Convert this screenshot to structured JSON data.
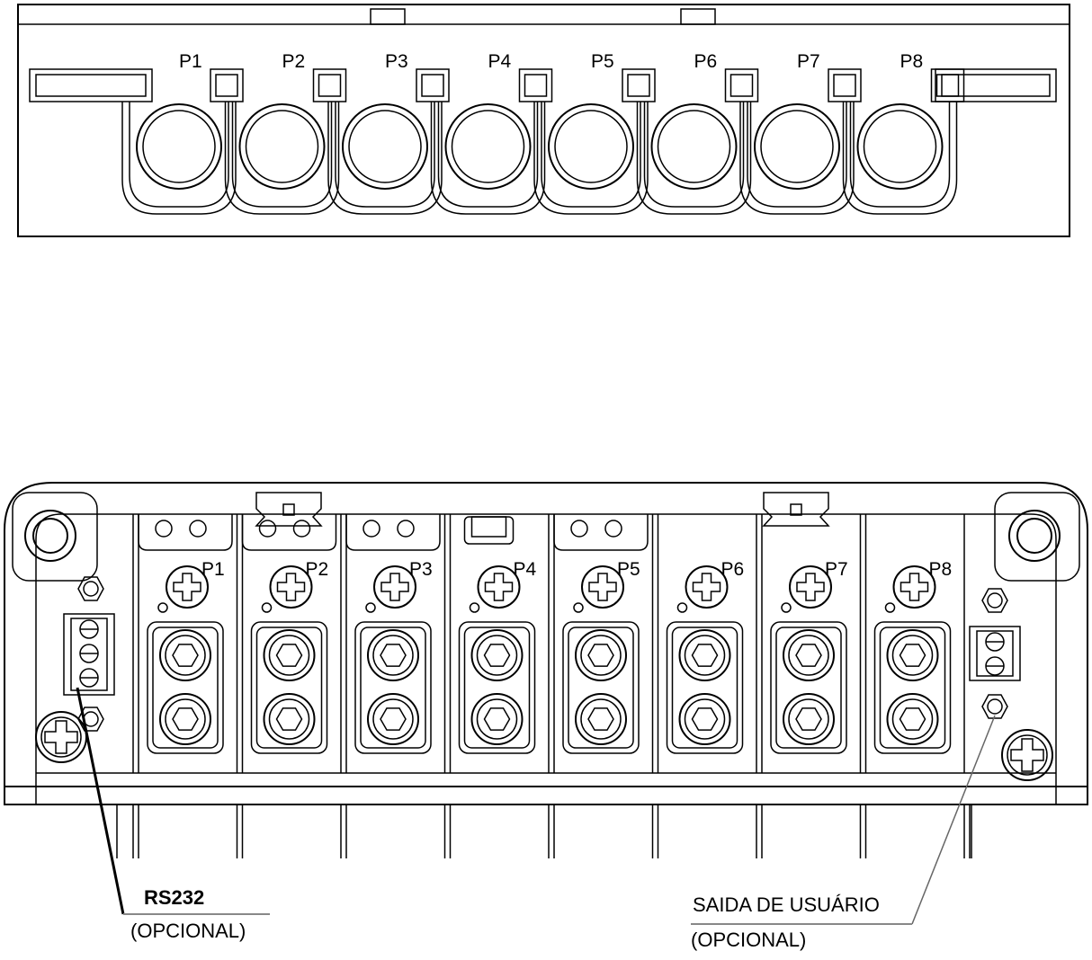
{
  "top_view": {
    "port_labels": [
      "P1",
      "P2",
      "P3",
      "P4",
      "P5",
      "P6",
      "P7",
      "P8"
    ]
  },
  "bottom_view": {
    "port_labels": [
      "P1",
      "P2",
      "P3",
      "P4",
      "P5",
      "P6",
      "P7",
      "P8"
    ],
    "callouts": {
      "rs232": {
        "title": "RS232",
        "note": "(OPCIONAL)"
      },
      "user_output": {
        "title": "SAIDA DE USUÁRIO",
        "note": "(OPCIONAL)"
      }
    }
  },
  "icons": [
    "phillips-screw-icon",
    "hex-fitting-icon",
    "terminal-block-icon",
    "hex-nut-icon"
  ]
}
